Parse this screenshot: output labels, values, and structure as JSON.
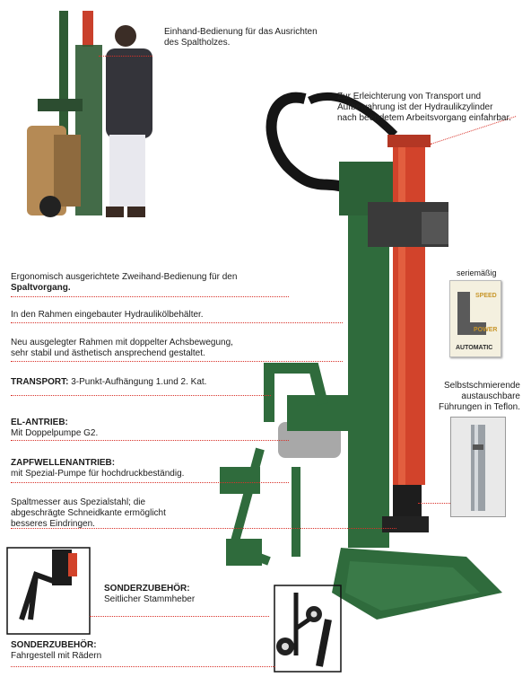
{
  "callouts": {
    "one_hand": {
      "text1": "Einhand-Bedienung für das Ausrichten",
      "text2": "des Spaltholzes."
    },
    "transport_storage": {
      "line1": "Zur Erleichterung von Transport und",
      "line2": "Aufbewahrung ist der Hydraulikzylinder",
      "line3": "nach beendetem Arbeitsvorgang einfahrbar."
    },
    "two_hand": {
      "line1": "Ergonomisch ausgerichtete Zweihand-Bedienung für den",
      "line2": "Spaltvorgang."
    },
    "oil_tank": {
      "text": "In den Rahmen eingebauter Hydraulikölbehälter."
    },
    "frame": {
      "line1": "Neu ausgelegter Rahmen mit doppelter Achsbewegung,",
      "line2": "sehr stabil und ästhetisch ansprechend gestaltet."
    },
    "transport": {
      "title": "TRANSPORT:",
      "text": "3-Punkt-Aufhängung 1.und 2. Kat."
    },
    "el_drive": {
      "title": "EL-ANTRIEB:",
      "text": "Mit Doppelpumpe G2."
    },
    "pto_drive": {
      "title": "ZAPFWELLENANTRIEB:",
      "text": "mit Spezial-Pumpe für hochdruckbeständig."
    },
    "blade": {
      "line1": "Spaltmesser aus Spezialstahl; die",
      "line2": "abgeschrägte Schneidkante ermöglicht",
      "line3": "besseres Eindringen."
    },
    "teflon": {
      "line1": "Selbstschmierende",
      "line2": "austauschbare",
      "line3": "Führungen in Teflon."
    },
    "standard": {
      "label": "seriemäßig"
    },
    "acc_lifter": {
      "title": "SONDERZUBEHÖR:",
      "text": "Seitlicher Stammheber"
    },
    "acc_wheels": {
      "title": "SONDERZUBEHÖR:",
      "text": "Fahrgestell mit Rädern"
    }
  },
  "badge": {
    "top": "SPEED",
    "middle": "POWER",
    "bottom": "AUTOMATIC"
  },
  "colors": {
    "frame_green": "#2f6b3c",
    "cylinder_red": "#d2432b",
    "leader_red": "#d8322a"
  }
}
